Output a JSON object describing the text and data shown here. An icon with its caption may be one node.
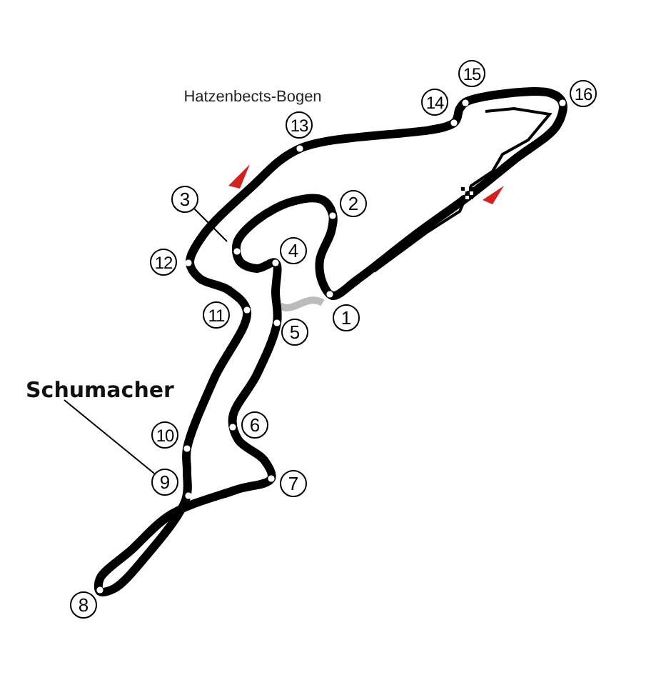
{
  "diagram": {
    "nodes": [
      {
        "text": [
          "1"
        ]
      },
      {
        "text": [
          "2"
        ]
      },
      {
        "text": [
          "3"
        ]
      },
      {
        "text": [
          "4"
        ]
      },
      {
        "text": [
          "5"
        ]
      },
      {
        "text": [
          "6"
        ]
      },
      {
        "text": [
          "7"
        ]
      },
      {
        "text": [
          "8"
        ]
      },
      {
        "text": [
          "9"
        ]
      },
      {
        "text": [
          "10"
        ]
      },
      {
        "text": [
          "11"
        ]
      },
      {
        "text": [
          "12"
        ]
      },
      {
        "text": [
          "13"
        ],
        "beside": [
          "Hatzenbects-Bogen"
        ]
      },
      {
        "text": [
          "14"
        ]
      },
      {
        "text": [
          "15"
        ]
      },
      {
        "text": [
          "16"
        ]
      },
      {
        "text": [
          "Schumacher"
        ]
      }
    ],
    "edges": [
      {
        "from": 2,
        "to": null,
        "arrow": "none"
      },
      {
        "from": 16,
        "to": 8,
        "arrow": "none"
      }
    ]
  }
}
